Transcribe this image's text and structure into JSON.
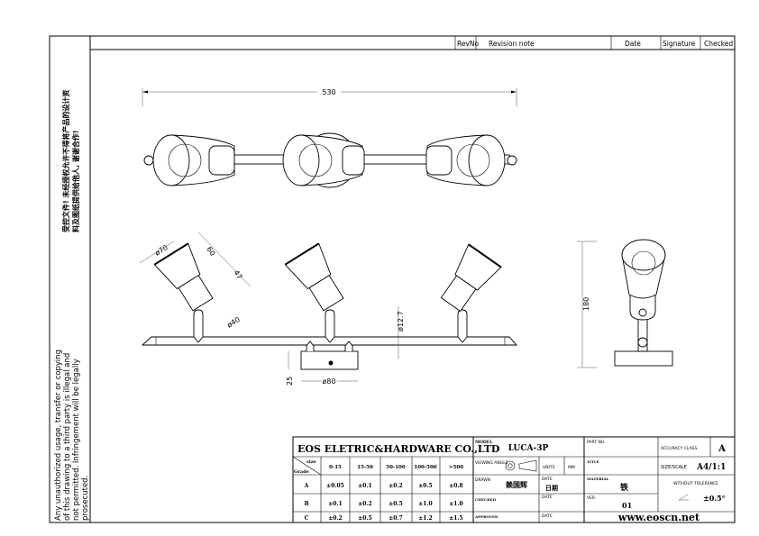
{
  "revision_header": {
    "rev_no": "RevNo",
    "revision_note": "Revision note",
    "date": "Date",
    "signature": "Signature",
    "checked": "Checked"
  },
  "side_notes": {
    "chinese_notice_line1": "受控文件! 未经授权允许不得将产品的设计资",
    "chinese_notice_line2": "料及图纸提供给他人, 谢谢合作!",
    "english_notice_line1": "Any unauthorized usage, transfer or copying",
    "english_notice_line2": "of this drawing to a third party is illegal and",
    "english_notice_line3": "not permitted. Infringement will be legally",
    "english_notice_line4": "prosecuted."
  },
  "dimensions": {
    "overall_length": "530",
    "head_diameter": "ø70",
    "head_length": "60",
    "neck_length": "47",
    "neck_diameter": "ø40",
    "bar_diameter": "ø12.7",
    "base_height": "25",
    "base_diameter": "ø80",
    "total_height": "180"
  },
  "title_block": {
    "company": "EOS ELETRIC&HARDWARE CO.,LTD",
    "tolerance_table": {
      "corner_top": "size",
      "corner_bottom": "Grade",
      "ranges": [
        "0-15",
        "15-50",
        "50-100",
        "100-500",
        ">500"
      ],
      "rows": [
        {
          "grade": "A",
          "values": [
            "±0.05",
            "±0.1",
            "±0.2",
            "±0.5",
            "±0.8"
          ]
        },
        {
          "grade": "B",
          "values": [
            "±0.1",
            "±0.2",
            "±0.5",
            "±1.0",
            "±1.0"
          ]
        },
        {
          "grade": "C",
          "values": [
            "±0.2",
            "±0.5",
            "±0.7",
            "±1.2",
            "±1.5"
          ]
        }
      ]
    },
    "model_label": "MODEL",
    "model_value": "LUCA-3P",
    "viewing_angle_label": "VIEWING ANGLE",
    "units_label": "UNITS",
    "units_value": "MM",
    "drawn_label": "DRAWN",
    "drawn_value": "赖国辉",
    "date_label": "DATE",
    "date_value": "日期",
    "checked_label": "CHECKED",
    "approved_label": "APPROVED",
    "part_no_label": "PART NO.",
    "title_label": "TITLE",
    "material_label": "MATERIAL",
    "material_value": "铁",
    "ver_label": "VER.",
    "ver_value": "01",
    "accuracy_class_label": "ACCURACY CLASS",
    "accuracy_class_value": "A",
    "size_scale_label": "SIZE/SCALE",
    "size_scale_value": "A4/1:1",
    "without_tolerance_label": "WITHOUT TOLERANCE",
    "angle_tolerance": "±0.5°",
    "website": "www.eoscn.net"
  }
}
